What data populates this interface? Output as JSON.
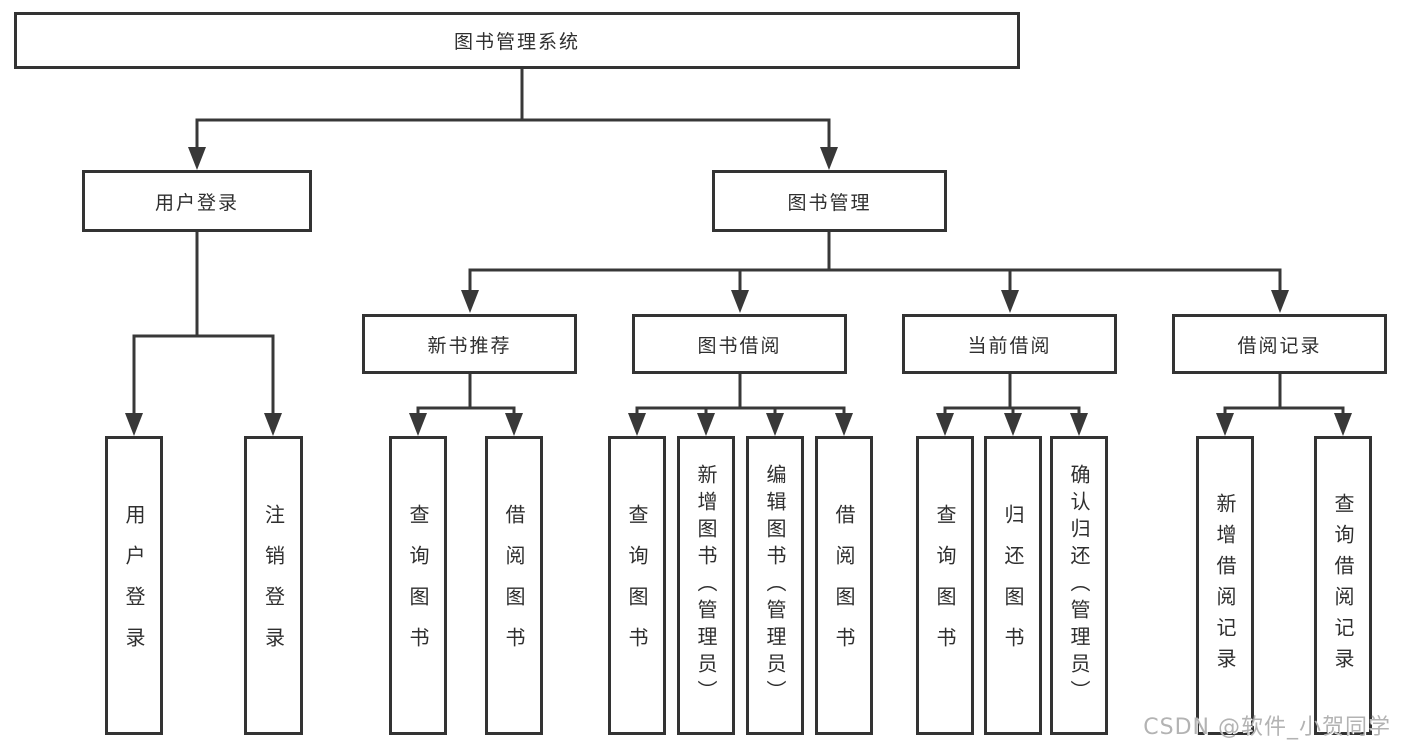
{
  "tree": {
    "root": {
      "label": "图书管理系统"
    },
    "children": [
      {
        "label": "用户登录",
        "children": [
          {
            "label": "用户登录"
          },
          {
            "label": "注销登录"
          }
        ]
      },
      {
        "label": "图书管理",
        "children": [
          {
            "label": "新书推荐",
            "children": [
              {
                "label": "查询图书"
              },
              {
                "label": "借阅图书"
              }
            ]
          },
          {
            "label": "图书借阅",
            "children": [
              {
                "label": "查询图书"
              },
              {
                "label": "新增图书（管理员）"
              },
              {
                "label": "编辑图书（管理员）"
              },
              {
                "label": "借阅图书"
              }
            ]
          },
          {
            "label": "当前借阅",
            "children": [
              {
                "label": "查询图书"
              },
              {
                "label": "归还图书"
              },
              {
                "label": "确认归还（管理员）"
              }
            ]
          },
          {
            "label": "借阅记录",
            "children": [
              {
                "label": "新增借阅记录"
              },
              {
                "label": "查询借阅记录"
              }
            ]
          }
        ]
      }
    ]
  },
  "watermark": {
    "text": "CSDN @软件_小贺同学"
  },
  "colors": {
    "line": "#383838",
    "border": "#333333",
    "text": "#2f2f2f",
    "watermark": "#b3b3b3",
    "background": "#ffffff"
  }
}
